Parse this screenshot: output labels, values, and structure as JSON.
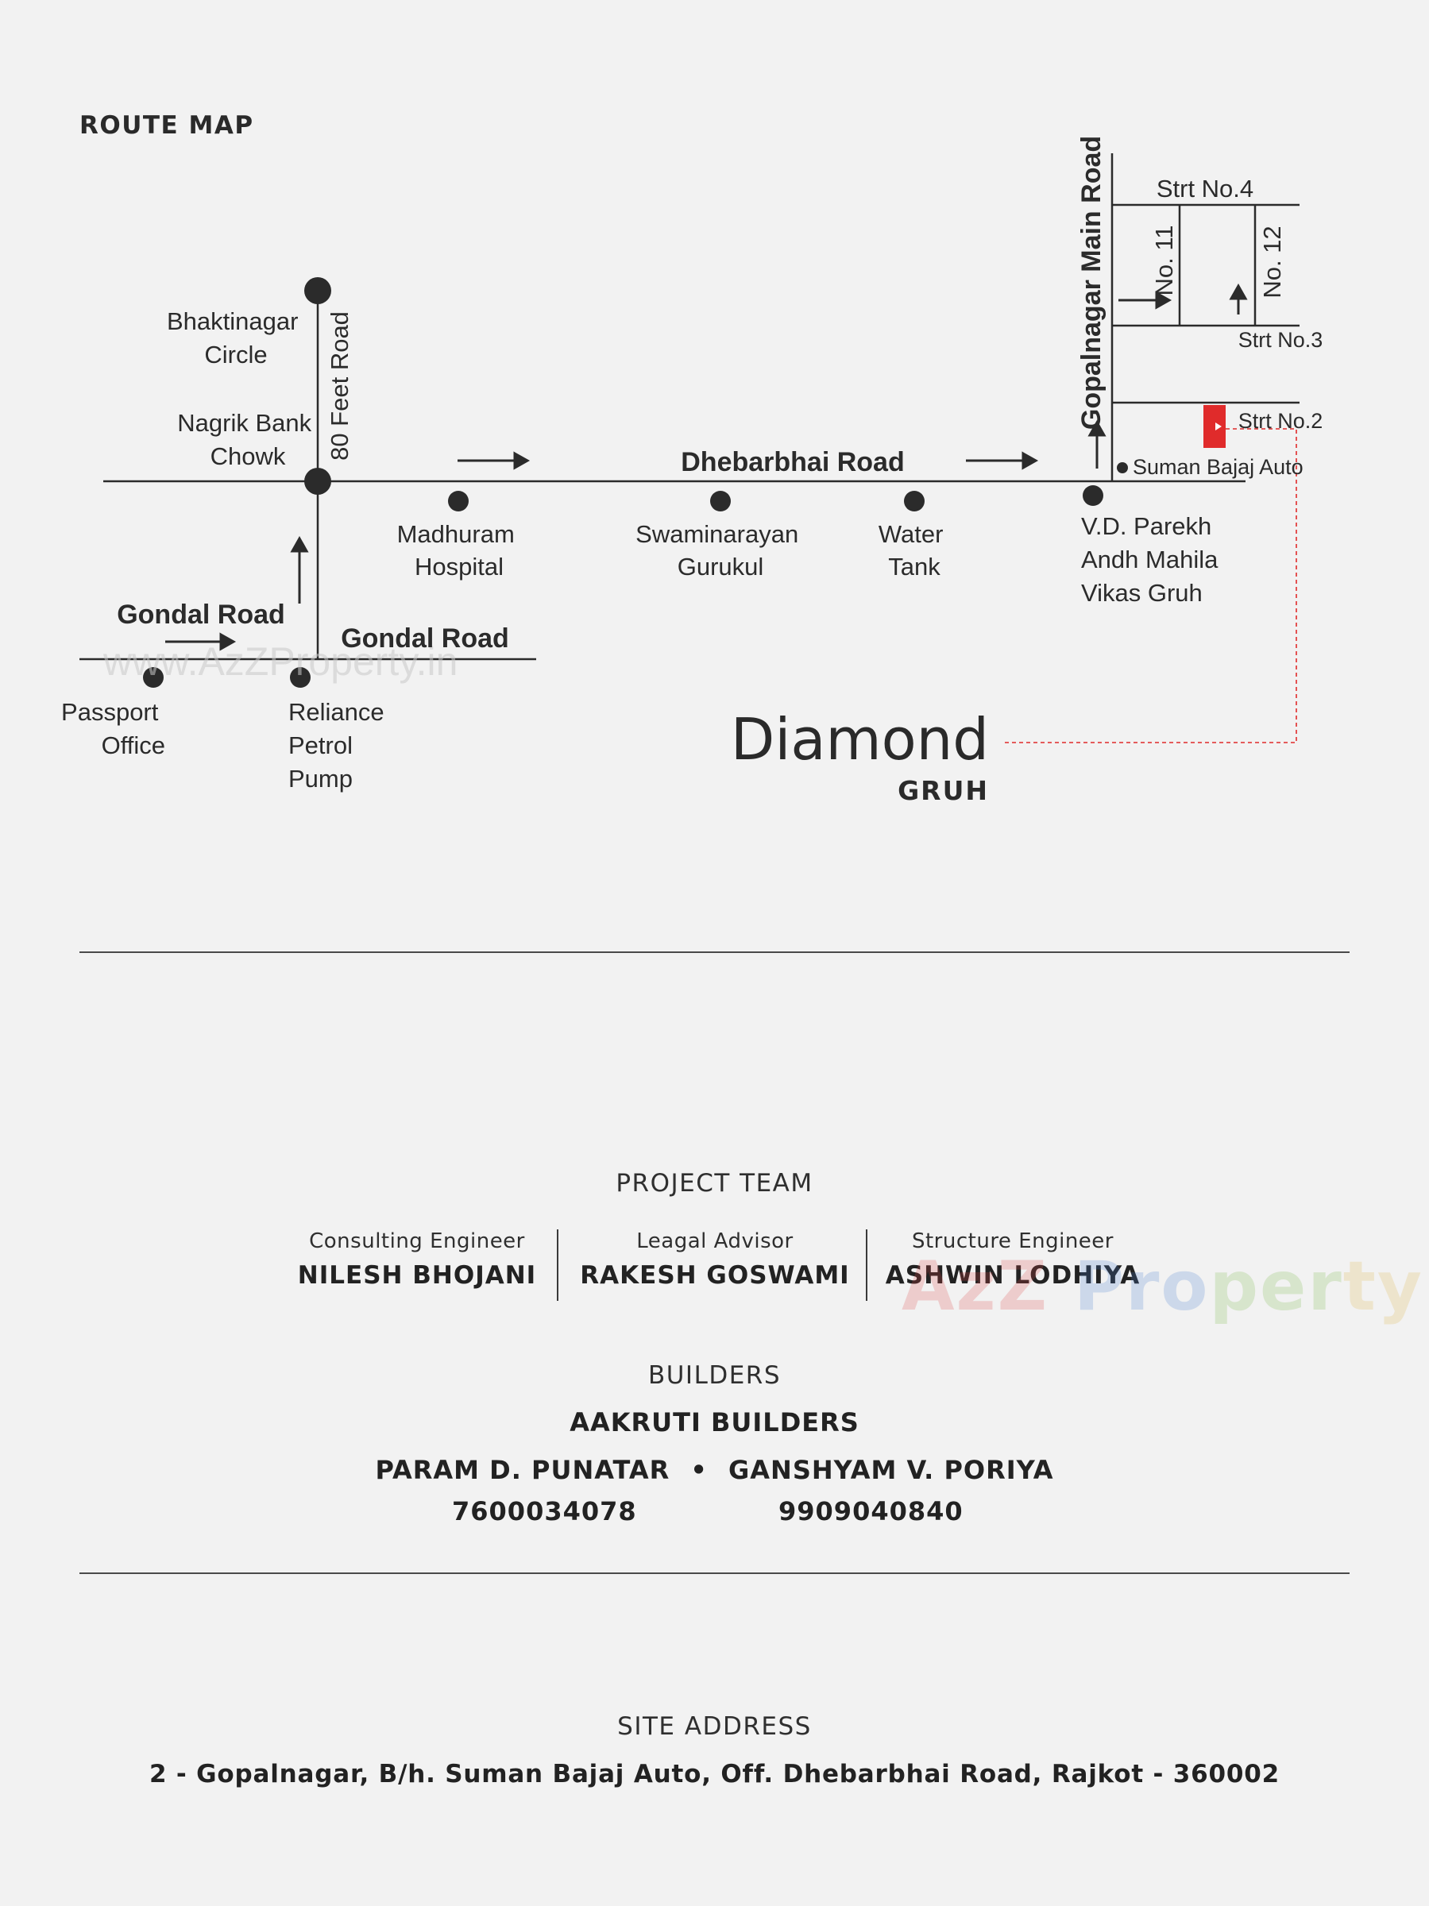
{
  "route_map": {
    "heading": "ROUTE MAP",
    "roads": {
      "dhebarbhai": "Dhebarbhai Road",
      "gondal_left": "Gondal Road",
      "gondal_right": "Gondal Road",
      "feet80": "80 Feet Road",
      "gopalnagar": "Gopalnagar Main Road",
      "strt4": "Strt No.4",
      "strt3": "Strt No.3",
      "strt2": "Strt No.2",
      "no11": "No. 11",
      "no12": "No. 12"
    },
    "landmarks": {
      "bhaktinagar": [
        "Bhaktinagar",
        "Circle"
      ],
      "nagrik": [
        "Nagrik Bank",
        "Chowk"
      ],
      "madhuram": [
        "Madhuram",
        "Hospital"
      ],
      "swaminarayan": [
        "Swaminarayan",
        "Gurukul"
      ],
      "water": [
        "Water",
        "Tank"
      ],
      "vdparekh": [
        "V.D. Parekh",
        "Andh Mahila",
        "Vikas Gruh"
      ],
      "suman": "Suman Bajaj Auto",
      "passport": [
        "Passport",
        "Office"
      ],
      "reliance": [
        "Reliance",
        "Petrol",
        "Pump"
      ]
    },
    "project": {
      "name": "Diamond",
      "sub": "GRUH"
    },
    "watermark": "www.AzZProperty.in",
    "colors": {
      "marker": "#e02b2b",
      "lines": "#2b2b2b"
    }
  },
  "project_team": {
    "heading": "PROJECT TEAM",
    "members": [
      {
        "role": "Consulting Engineer",
        "name": "NILESH BHOJANI"
      },
      {
        "role": "Leagal Advisor",
        "name": "RAKESH GOSWAMI"
      },
      {
        "role": "Structure Engineer",
        "name": "ASHWIN LODHIYA"
      }
    ]
  },
  "builders": {
    "heading": "BUILDERS",
    "company": "AAKRUTI BUILDERS",
    "partner1": "PARAM D. PUNATAR",
    "separator": "•",
    "partner2": "GANSHYAM V. PORIYA",
    "phone1": "7600034078",
    "phone2": "9909040840"
  },
  "site": {
    "heading": "SITE ADDRESS",
    "address": "2 - Gopalnagar, B/h. Suman Bajaj Auto, Off. Dhebarbhai Road, Rajkot - 360002"
  },
  "watermark_logo": "AzZ Property"
}
